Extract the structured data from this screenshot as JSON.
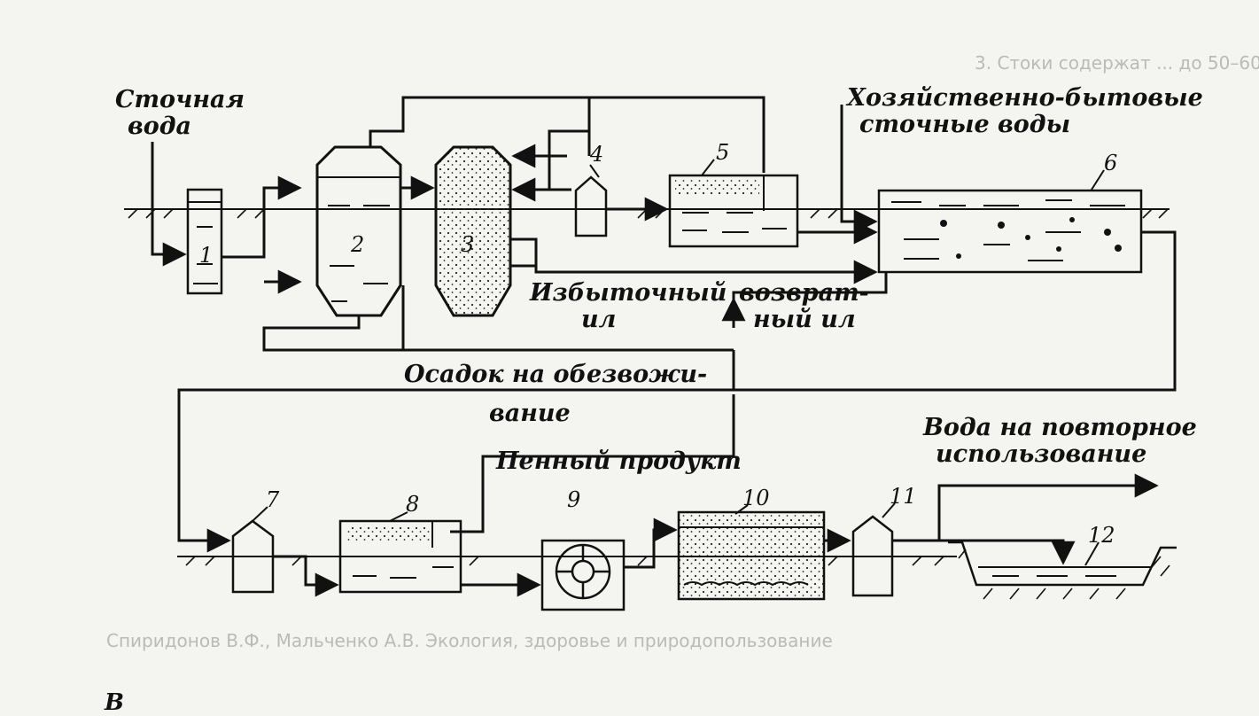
{
  "labels": {
    "wastewater": [
      "Сточная",
      "вода"
    ],
    "domestic_wastewater": [
      "Хозяйственно-бытовые",
      "сточные воды"
    ],
    "excess_sludge": [
      "Избыточный",
      "ил"
    ],
    "return_sludge": [
      "возврат-",
      "ный ил"
    ],
    "sediment_dewatering": [
      "Осадок на обезвожи-",
      "вание"
    ],
    "foam_product": "Пенный продукт",
    "water_reuse": [
      "Вода на повторное",
      "использование"
    ]
  },
  "numbers": [
    "1",
    "2",
    "3",
    "4",
    "5",
    "6",
    "7",
    "8",
    "9",
    "10",
    "11",
    "12"
  ],
  "bleed_text": {
    "line1": "3. Стоки содержат ... до 50–60",
    "caption": "Спиридонов В.Ф., Мальченко А.В. Экология, здоровье и природопользование",
    "bottom_fragment": "В"
  }
}
